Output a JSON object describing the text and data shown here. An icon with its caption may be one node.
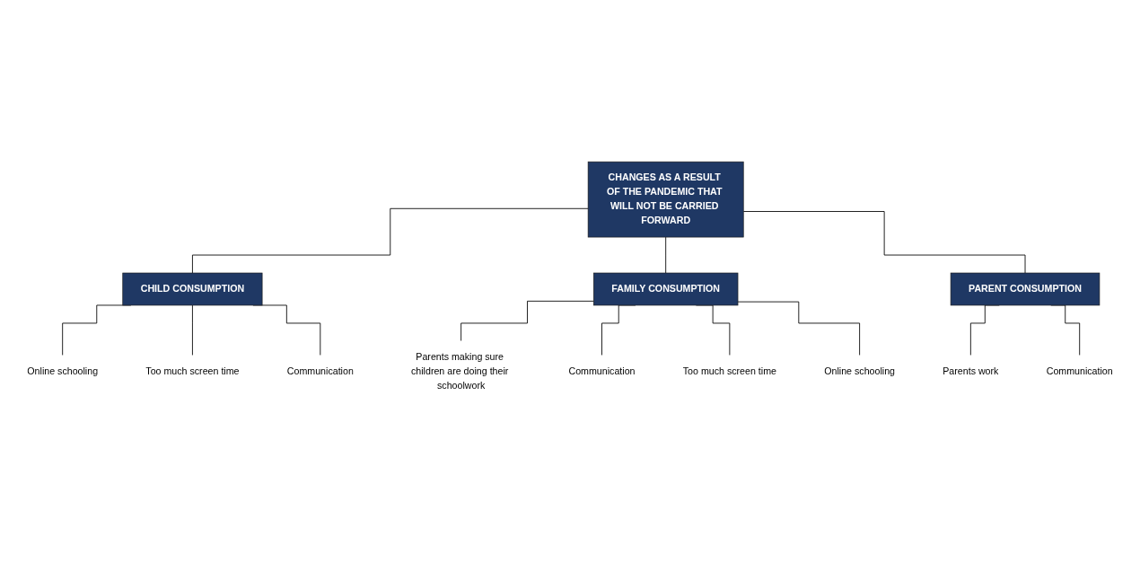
{
  "diagram": {
    "nodes": [
      {
        "text": [
          "CHANGES AS A RESULT OF THE PANDEMIC THAT WILL NOT BE CARRIED FORWARD"
        ]
      },
      {
        "text": [
          "CHILD CONSUMPTION"
        ]
      },
      {
        "text": [
          "FAMILY CONSUMPTION"
        ]
      },
      {
        "text": [
          "PARENT CONSUMPTION"
        ]
      },
      {
        "text": [
          "Online schooling"
        ]
      },
      {
        "text": [
          "Too much screen time"
        ]
      },
      {
        "text": [
          "Communication"
        ]
      },
      {
        "text": [
          "Parents making sure children are doing their schoolwork"
        ]
      },
      {
        "text": [
          "Communication"
        ]
      },
      {
        "text": [
          "Too much screen time"
        ]
      },
      {
        "text": [
          "Online schooling"
        ]
      },
      {
        "text": [
          "Parents work"
        ]
      },
      {
        "text": [
          "Communication"
        ]
      }
    ],
    "edges": [
      {
        "from": 0,
        "to": 1,
        "arrow": "none"
      },
      {
        "from": 0,
        "to": 2,
        "arrow": "none"
      },
      {
        "from": 0,
        "to": 3,
        "arrow": "none"
      },
      {
        "from": 1,
        "to": 4,
        "arrow": "none"
      },
      {
        "from": 1,
        "to": 5,
        "arrow": "none"
      },
      {
        "from": 1,
        "to": 6,
        "arrow": "none"
      },
      {
        "from": 2,
        "to": 7,
        "arrow": "none"
      },
      {
        "from": 2,
        "to": 8,
        "arrow": "none"
      },
      {
        "from": 2,
        "to": 9,
        "arrow": "none"
      },
      {
        "from": 2,
        "to": 10,
        "arrow": "none"
      },
      {
        "from": 3,
        "to": 11,
        "arrow": "none"
      },
      {
        "from": 3,
        "to": 12,
        "arrow": "none"
      }
    ]
  }
}
